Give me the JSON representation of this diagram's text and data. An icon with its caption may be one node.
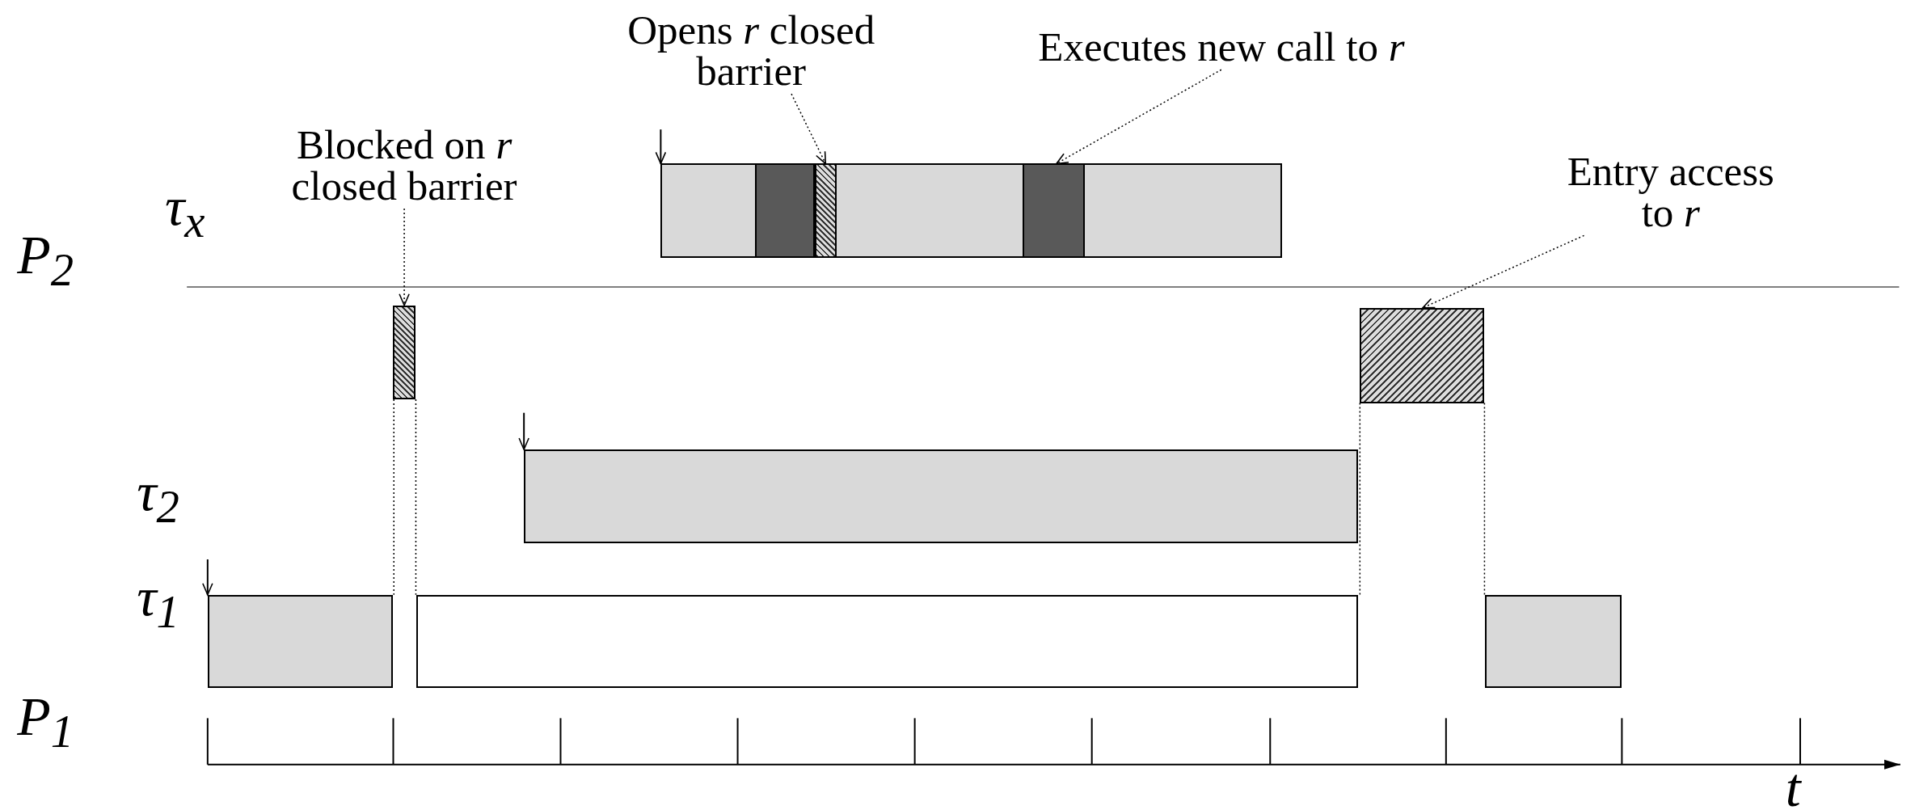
{
  "diagram": {
    "nodes": [
      {
        "text": [
          "Blocked on *r* closed barrier"
        ]
      },
      {
        "text": [
          "Opens *r* closed barrier"
        ]
      },
      {
        "text": [
          "Executes new call to *r*"
        ]
      },
      {
        "text": [
          "Entry access to *r*"
        ]
      },
      {
        "text": [],
        "shape": "bar"
      },
      {
        "text": [],
        "shape": "bar",
        "in": 4
      },
      {
        "text": [],
        "shape": "bar",
        "in": 4
      },
      {
        "text": [],
        "shape": "bar",
        "in": 4
      },
      {
        "text": [],
        "shape": "bar"
      },
      {
        "text": [],
        "shape": "bar"
      },
      {
        "text": [],
        "shape": "bar"
      },
      {
        "text": [],
        "shape": "bar"
      },
      {
        "text": [],
        "shape": "bar"
      },
      {
        "text": [],
        "shape": "bar"
      }
    ],
    "edges": [
      {
        "from": 0,
        "to": 8,
        "arrow": "to",
        "style": "dashed"
      },
      {
        "from": 1,
        "to": 6,
        "arrow": "to",
        "style": "dashed"
      },
      {
        "from": 2,
        "to": 7,
        "arrow": "to",
        "style": "dashed"
      },
      {
        "from": 3,
        "to": 9,
        "arrow": "to",
        "style": "dashed"
      },
      {
        "from": 8,
        "to": 11,
        "arrow": "none",
        "style": "dashed"
      },
      {
        "from": 8,
        "to": 12,
        "arrow": "none",
        "style": "dashed"
      },
      {
        "from": 9,
        "to": 12,
        "arrow": "none",
        "style": "dashed"
      },
      {
        "from": 9,
        "to": 13,
        "arrow": "none",
        "style": "dashed"
      },
      {
        "from": null,
        "to": 4,
        "arrow": "to"
      },
      {
        "from": null,
        "to": 10,
        "arrow": "to"
      },
      {
        "from": null,
        "to": 11,
        "arrow": "to"
      }
    ],
    "labels": [
      "τ$_{x}$",
      "P$_{2}$",
      "τ$_{2}$",
      "τ$_{1}$",
      "P$_{1}$",
      "t"
    ]
  }
}
